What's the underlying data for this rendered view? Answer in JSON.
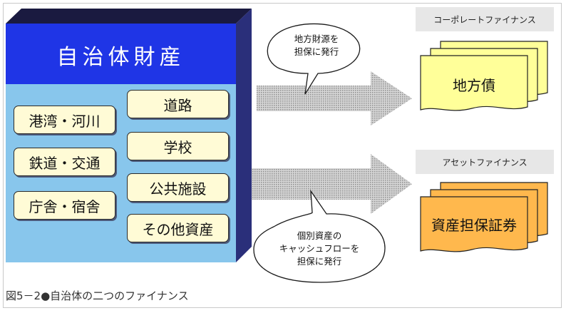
{
  "diagram": {
    "title": "自治体財産",
    "assets": [
      "道路",
      "学校",
      "公共施設",
      "その他資産",
      "港湾・河川",
      "鉄道・交通",
      "庁舎・宿舎"
    ],
    "bubble_top": [
      "地方財源を",
      "担保に発行"
    ],
    "bubble_bottom": [
      "個別資産の",
      "キャッシュフローを",
      "担保に発行"
    ],
    "tag_top": "コーポレートファイナンス",
    "tag_bottom": "アセットファイナンス",
    "doc_top": "地方債",
    "doc_bottom": "資産担保証券",
    "caption": "図5－2●自治体の二つのファイナンス"
  },
  "colors": {
    "box_title_bg": "#1f35e6",
    "box_body_bg": "#88c6ec",
    "item_bg": "#fffbd6",
    "doc_top_bg": "#ffff99",
    "doc_bottom_bg": "#ffb84d",
    "arrow": "#b8b8b8"
  }
}
